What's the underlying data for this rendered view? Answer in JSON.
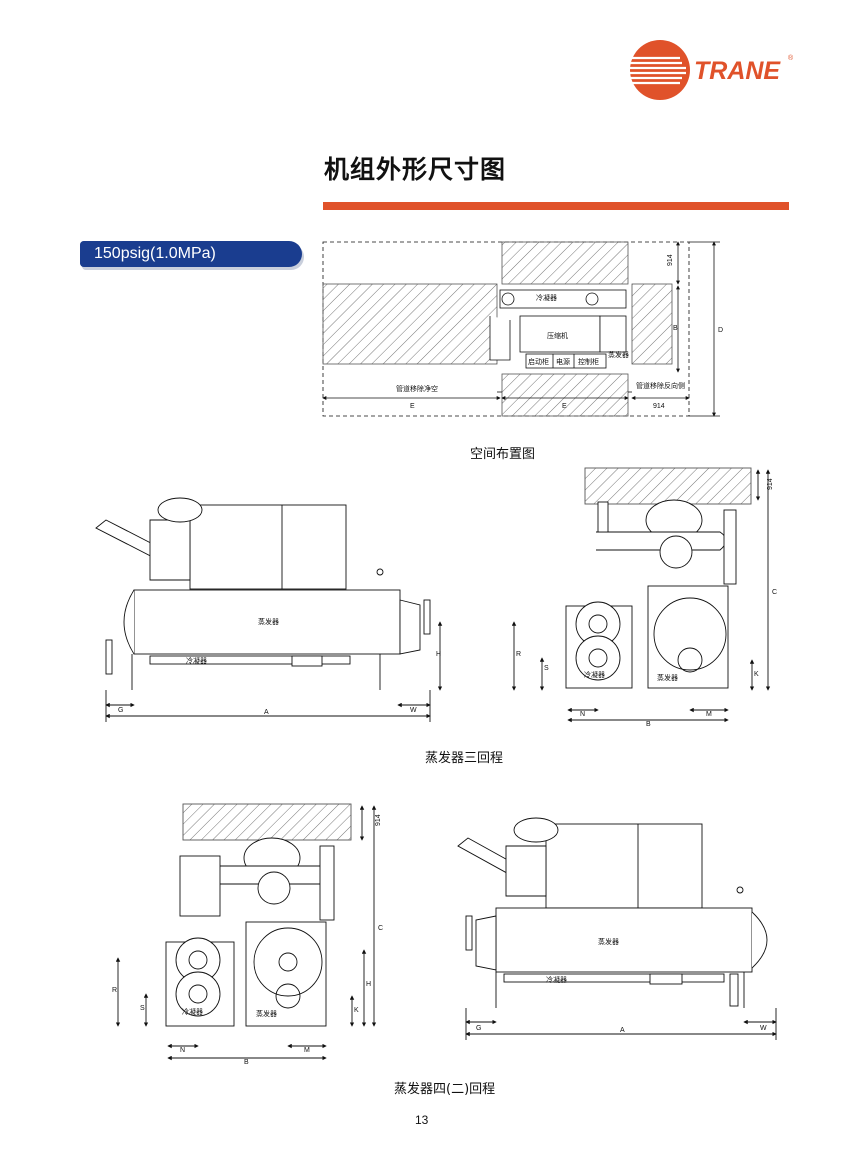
{
  "header": {
    "logo_text": "TRANE",
    "logo_mark": "®",
    "brand_color": "#e0522a",
    "accent_color": "#1a3d8f"
  },
  "page_title": "机组外形尺寸图",
  "pressure_badge": "150psig(1.0MPa)",
  "space_layout": {
    "caption": "空间布置图",
    "labels": {
      "condenser": "冷凝器",
      "compressor": "压缩机",
      "evaporator": "蒸发器",
      "starter": "启动柜",
      "power": "电源",
      "control": "控制柜",
      "tube_removal_left": "管道移除净空",
      "tube_removal_right": "管道移除反向侧"
    },
    "dims": {
      "d914_top": "914",
      "d914_right": "914",
      "B": "B",
      "D": "D",
      "E_left": "E",
      "E_right": "E"
    }
  },
  "three_pass": {
    "caption": "蒸发器三回程",
    "labels": {
      "evaporator": "蒸发器",
      "condenser": "冷凝器",
      "condenser_end": "冷凝器",
      "evaporator_end": "蒸发器"
    },
    "dims": {
      "G": "G",
      "A": "A",
      "H": "H",
      "W": "W",
      "d914": "914",
      "C": "C",
      "R": "R",
      "S": "S",
      "K": "K",
      "N": "N",
      "M": "M",
      "B": "B"
    }
  },
  "four_pass": {
    "caption": "蒸发器四(二)回程",
    "labels": {
      "evaporator": "蒸发器",
      "condenser": "冷凝器",
      "condenser_end": "冷凝器",
      "evaporator_end": "蒸发器"
    },
    "dims": {
      "G": "G",
      "A": "A",
      "H": "H",
      "W": "W",
      "d914": "914",
      "C": "C",
      "R": "R",
      "S": "S",
      "K": "K",
      "N": "N",
      "M": "M",
      "B": "B"
    }
  },
  "page_number": "13"
}
